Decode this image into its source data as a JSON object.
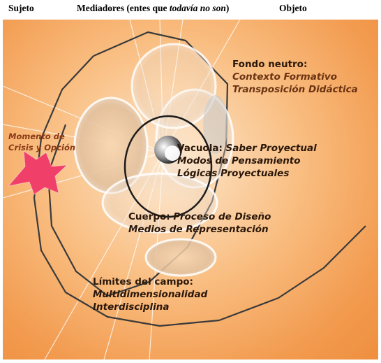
{
  "header": {
    "sujeto": "Sujeto",
    "mediadores_pre": "Mediadores (entes que ",
    "mediadores_italic": "todavía no son",
    "mediadores_post": ")",
    "objeto": "Objeto"
  },
  "labels": {
    "fondo": {
      "title": "Fondo neutro:",
      "line1": "Contexto Formativo",
      "line2": "Transposición Didáctica"
    },
    "vacuola": {
      "title": "Vacuola:",
      "line1": "Saber Proyectual",
      "line2": "Modos de Pensamiento",
      "line3": "Lógicas Proyectuales"
    },
    "cuerpo": {
      "title": "Cuerpo:",
      "line1": "Proceso de Diseño",
      "line2": "Medios de Representación"
    },
    "limites": {
      "title": "Límites del campo:",
      "line1": "Multidimensionalidad",
      "line2": "Interdisciplina"
    },
    "crisis": {
      "line1": "Momento de",
      "line2": "Crisis y Opción"
    }
  },
  "colors": {
    "spiral": "#3a3a3a",
    "star": "#f0406a",
    "background_center": "#fde7cd",
    "background_edge": "#ef8f3f",
    "text_dark": "#2a170a",
    "text_italic": "#6b3312"
  }
}
